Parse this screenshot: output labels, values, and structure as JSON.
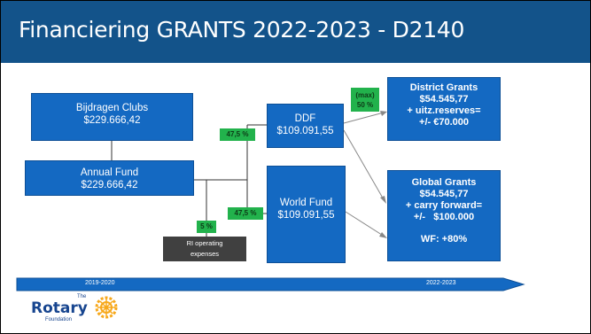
{
  "slide": {
    "title": "Financiering GRANTS 2022-2023 - D2140"
  },
  "boxes": {
    "clubs": {
      "line1": "Bijdragen Clubs",
      "line2": "$229.666,42"
    },
    "annual_fund": {
      "line1": "Annual Fund",
      "line2": "$229.666,42"
    },
    "ddf": {
      "line1": "DDF",
      "line2": "$109.091,55"
    },
    "world_fund": {
      "line1": "World Fund",
      "line2": "$109.091,55"
    },
    "district_grants": {
      "line1": "District Grants",
      "line2": "$54.545,77",
      "line3": "+ uitz.reserves=",
      "line4": "+/- €70.000"
    },
    "global_grants": {
      "line1": "Global Grants",
      "line2": "$54.545,77",
      "line3": "+ carry forward=",
      "line4": "+/-   $100.000",
      "line5": "WF: +80%"
    }
  },
  "tags": {
    "ddf_pct": "47,5 %",
    "wf_pct": "47,5 %",
    "ri_pct": "5 %",
    "max_line1": "(max)",
    "max_line2": "50 %"
  },
  "ri_box": {
    "line1": "RI operating",
    "line2": "expenses"
  },
  "timeline": {
    "start": "2019-2020",
    "end": "2022-2023"
  },
  "logo": {
    "the": "The",
    "word": "Rotary",
    "foundation": "Foundation"
  },
  "colors": {
    "title_bar": "#13538a",
    "box_blue": "#1469c2",
    "tag_green": "#22b24c",
    "grey_box": "#404040",
    "logo_gold": "#f7a81b"
  }
}
